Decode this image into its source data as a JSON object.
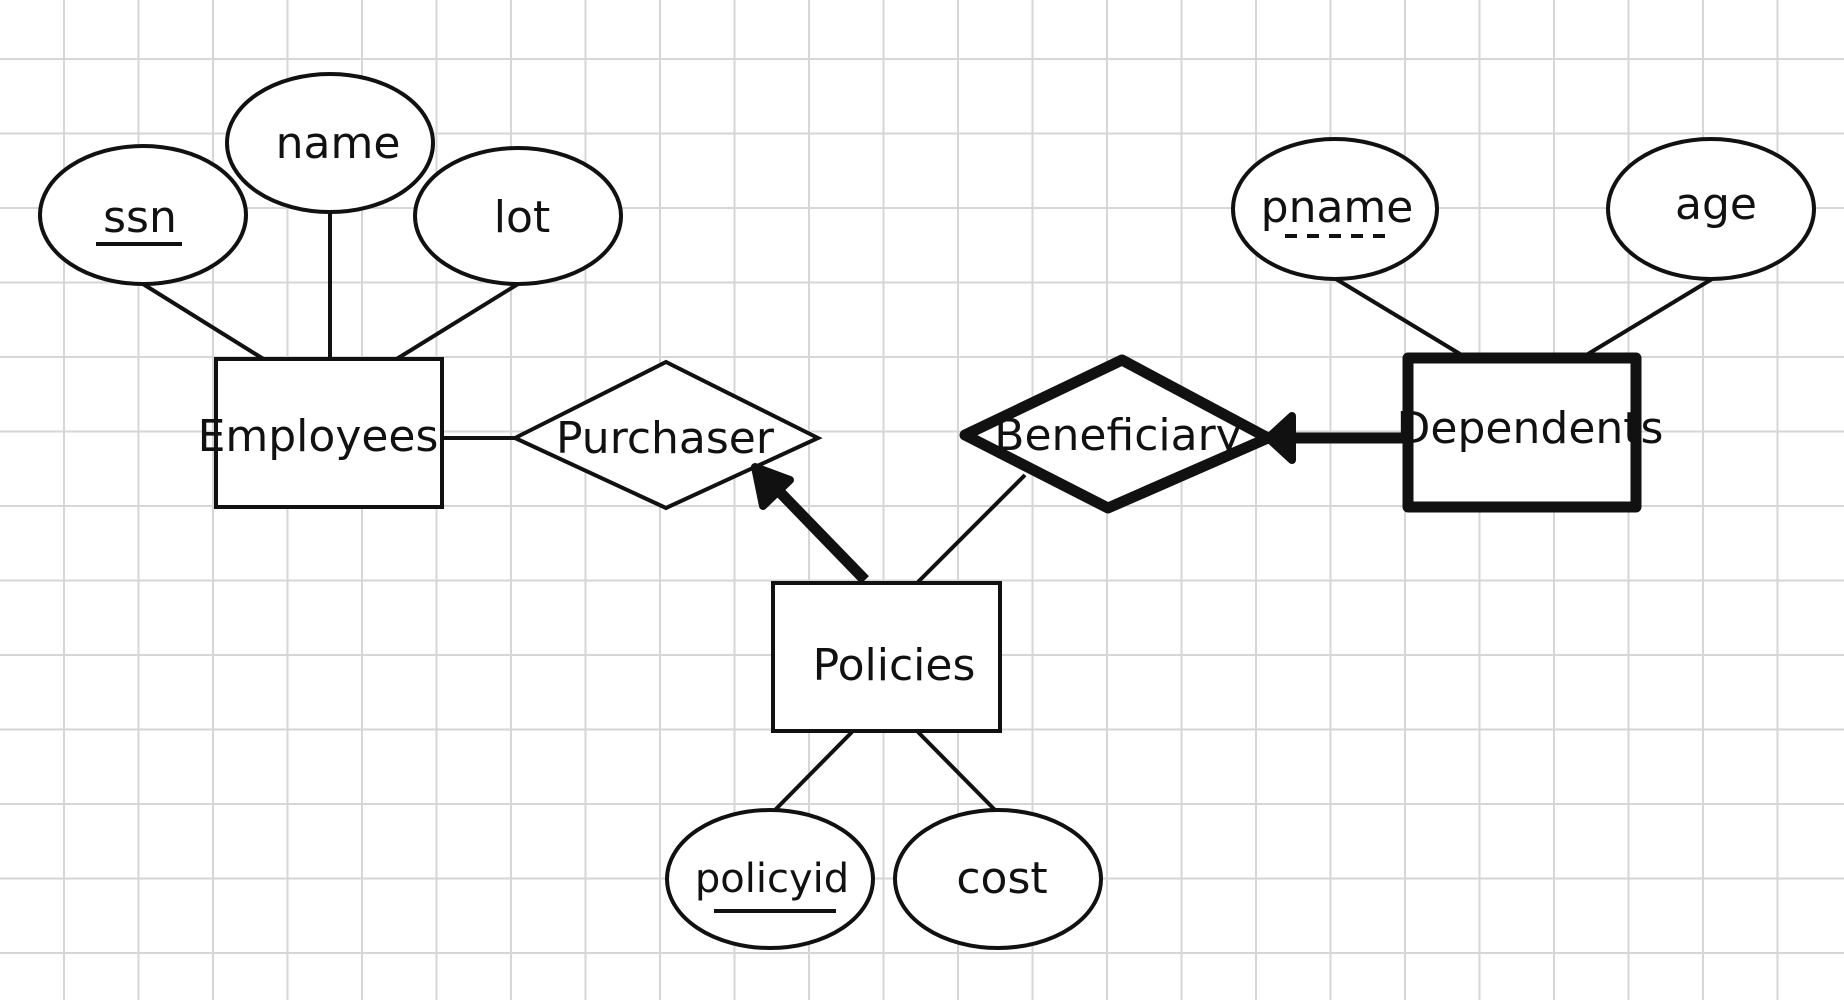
{
  "entities": {
    "employees": "Employees",
    "policies": "Policies",
    "dependents": "Dependents"
  },
  "relationships": {
    "purchaser": "Purchaser",
    "beneficiary": "Beneficiary"
  },
  "attributes": {
    "ssn": "ssn",
    "name": "name",
    "lot": "lot",
    "pname": "pname",
    "age": "age",
    "policyid": "policyid",
    "cost": "cost"
  }
}
